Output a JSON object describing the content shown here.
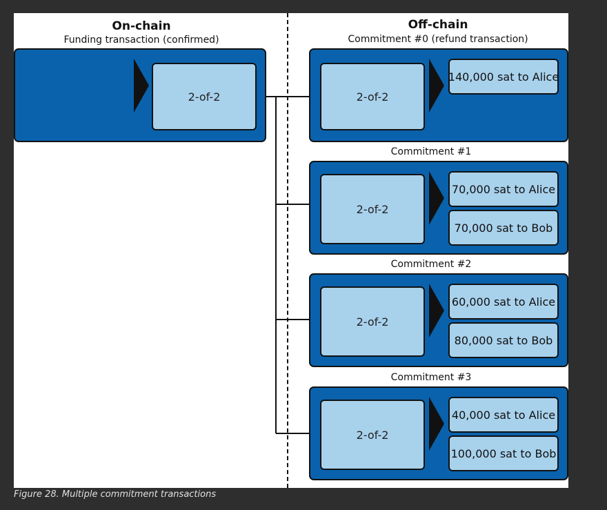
{
  "figure": {
    "caption": "Figure 28. Multiple commitment transactions"
  },
  "onchain": {
    "heading": "On-chain",
    "tx_label": "Funding transaction (confirmed)",
    "multisig": "2-of-2"
  },
  "offchain": {
    "heading": "Off-chain",
    "commitments": [
      {
        "label": "Commitment #0 (refund transaction)",
        "multisig": "2-of-2",
        "outputs": [
          "140,000 sat to Alice"
        ]
      },
      {
        "label": "Commitment #1",
        "multisig": "2-of-2",
        "outputs": [
          "70,000 sat to Alice",
          "70,000 sat to Bob"
        ]
      },
      {
        "label": "Commitment #2",
        "multisig": "2-of-2",
        "outputs": [
          "60,000 sat to Alice",
          "80,000 sat to Bob"
        ]
      },
      {
        "label": "Commitment #3",
        "multisig": "2-of-2",
        "outputs": [
          "40,000 sat to Alice",
          "100,000 sat to Bob"
        ]
      }
    ]
  },
  "colors": {
    "tx_fill": "#0a62ac",
    "box_fill": "#a8d1ec",
    "stroke": "#111111",
    "page_background": "#2e2e2e"
  }
}
